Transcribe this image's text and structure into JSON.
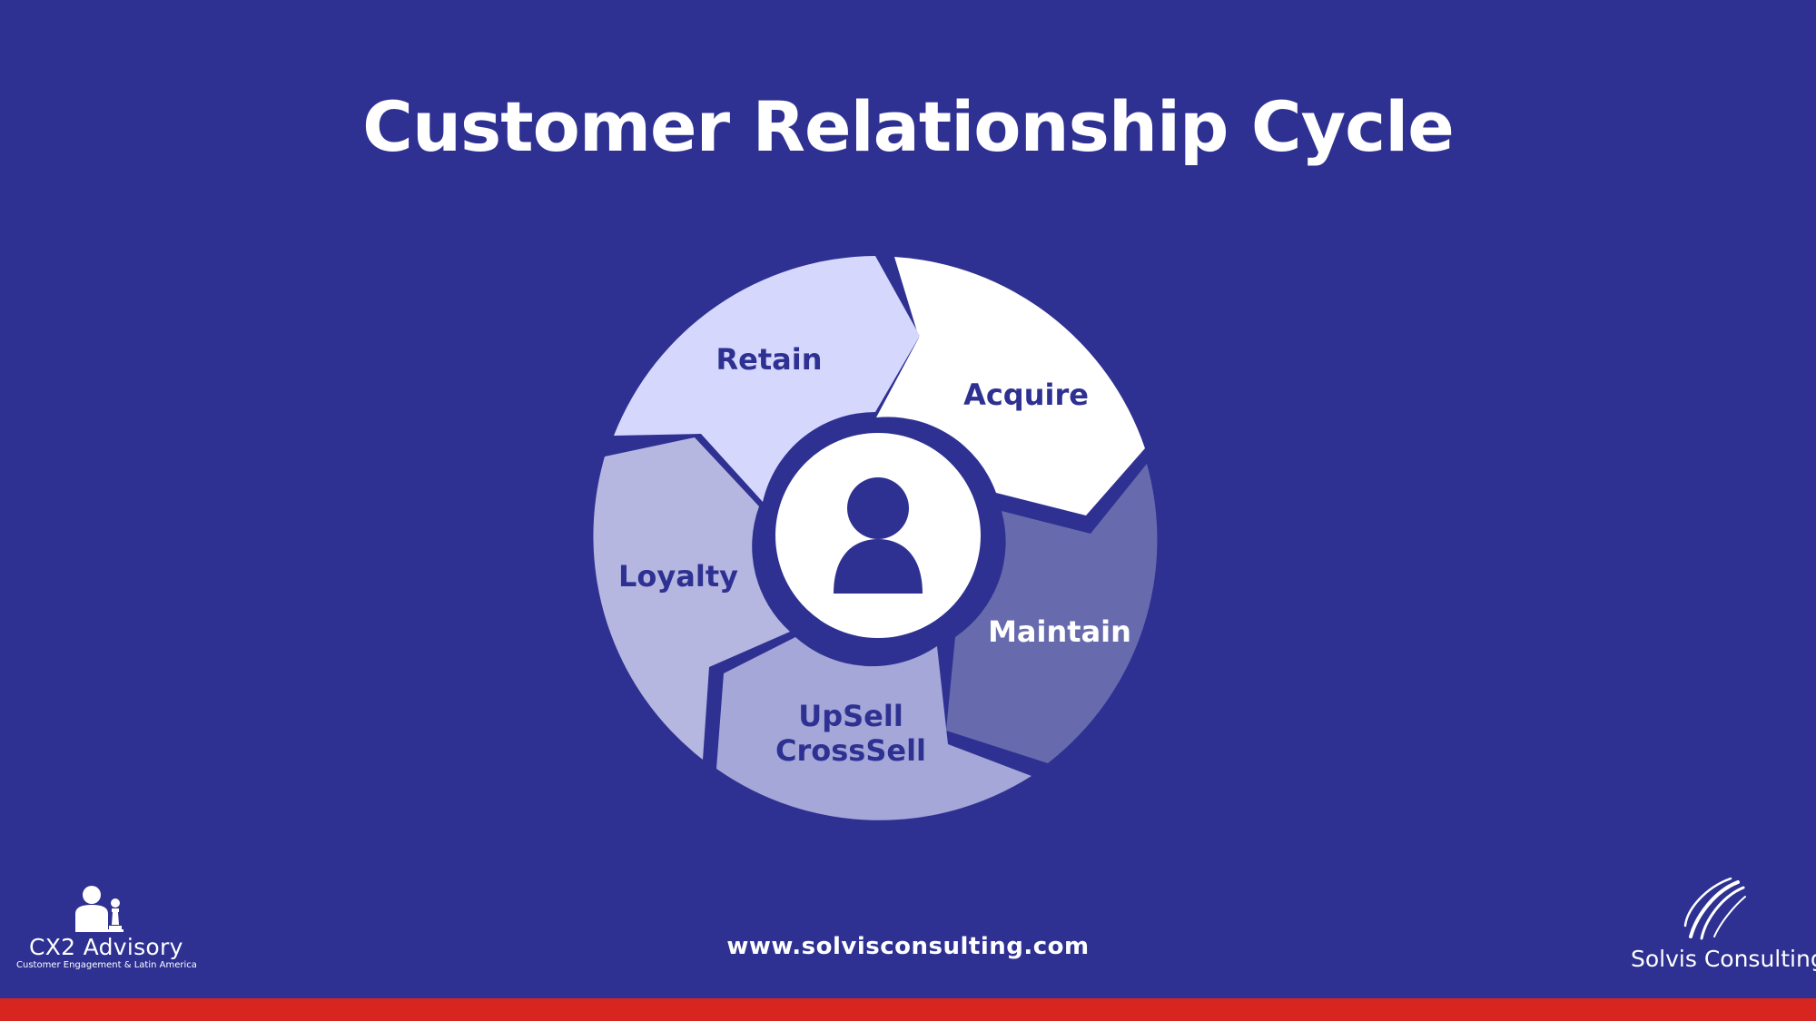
{
  "title": "Customer Relationship Cycle",
  "center_icon": "person-icon",
  "segments": [
    {
      "label_lines": [
        "Acquire"
      ],
      "fill": "#ffffff",
      "text_color": "#2e3192"
    },
    {
      "label_lines": [
        "Maintain"
      ],
      "fill": "#676bad",
      "text_color": "#ffffff"
    },
    {
      "label_lines": [
        "UpSell",
        "CrossSell"
      ],
      "fill": "#a4a7d8",
      "text_color": "#2e3192"
    },
    {
      "label_lines": [
        "Loyalty"
      ],
      "fill": "#b5b7e0",
      "text_color": "#2e3192"
    },
    {
      "label_lines": [
        "Retain"
      ],
      "fill": "#d5d7fc",
      "text_color": "#2e3192"
    }
  ],
  "footer": {
    "url": "www.solvisconsulting.com",
    "left_logo": {
      "name": "CX2 Advisory",
      "tagline": "Customer Engagement & Latin America",
      "icon": "person-chess-icon"
    },
    "right_logo": {
      "name": "Solvis Consulting",
      "icon": "swirl-icon"
    }
  },
  "colors": {
    "background": "#2e3192",
    "accent_bar": "#d7251f",
    "text": "#ffffff"
  }
}
